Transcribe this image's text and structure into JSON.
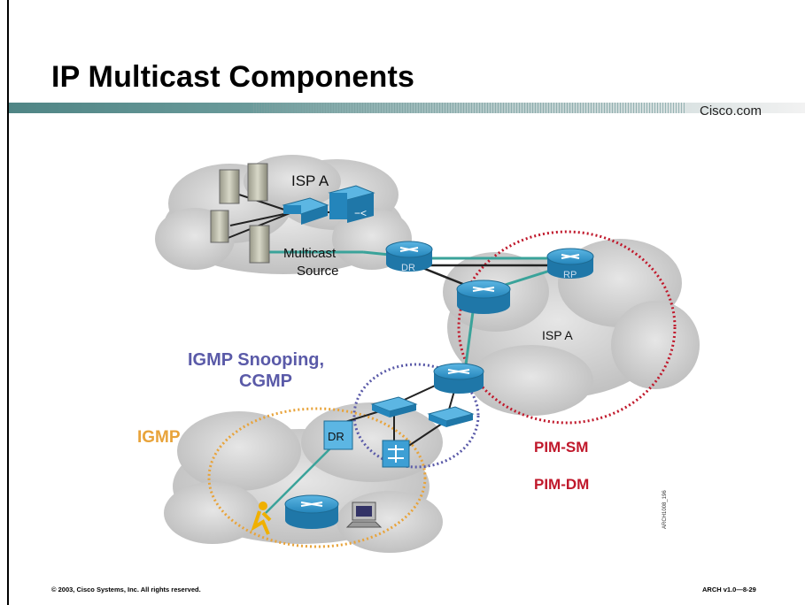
{
  "slide": {
    "title": "IP Multicast Components",
    "brand": "Cisco.com",
    "footer_left": "© 2003, Cisco Systems, Inc. All rights reserved.",
    "footer_right": "ARCH v1.0—8-29"
  },
  "diagram": {
    "isp_a_top": "ISP A",
    "multicast_source_line1": "Multicast",
    "multicast_source_line2": "Source",
    "dr_top": "DR",
    "rp": "RP",
    "isp_a_right": "ISP A",
    "igmp_snooping_line1": "IGMP Snooping,",
    "igmp_snooping_line2": "CGMP",
    "igmp": "IGMP",
    "dr_bottom": "DR",
    "pim_sm": "PIM-SM",
    "pim_dm": "PIM-DM",
    "figure_id": "ARCH1008_196"
  },
  "colors": {
    "title_bar": "#5b8c8c",
    "cloud": "#d4d4d4",
    "router": "#2b8ec2",
    "link_teal": "#3aa39a",
    "pim_red": "#c0182b",
    "igmp_orange": "#e8a33a",
    "snoop_purple": "#5a5aa8"
  }
}
